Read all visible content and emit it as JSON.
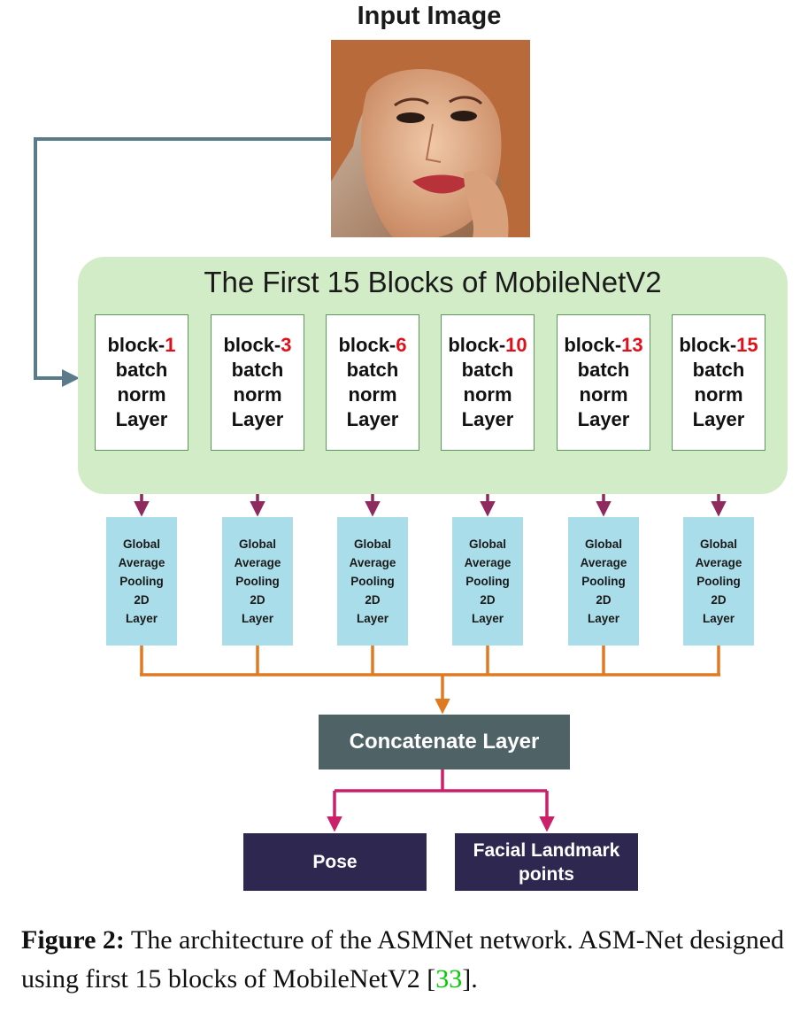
{
  "input_title": "Input Image",
  "backbone_title": "The First 15 Blocks of MobileNetV2",
  "blocks": [
    {
      "prefix": "block-",
      "num": "1",
      "line2": "batch",
      "line3": "norm",
      "line4": "Layer"
    },
    {
      "prefix": "block-",
      "num": "3",
      "line2": "batch",
      "line3": "norm",
      "line4": "Layer"
    },
    {
      "prefix": "block-",
      "num": "6",
      "line2": "batch",
      "line3": "norm",
      "line4": "Layer"
    },
    {
      "prefix": "block-",
      "num": "10",
      "line2": "batch",
      "line3": "norm",
      "line4": "Layer"
    },
    {
      "prefix": "block-",
      "num": "13",
      "line2": "batch",
      "line3": "norm",
      "line4": "Layer"
    },
    {
      "prefix": "block-",
      "num": "15",
      "line2": "batch",
      "line3": "norm",
      "line4": "Layer"
    }
  ],
  "pooling": {
    "l1": "Global",
    "l2": "Average",
    "l3": "Pooling",
    "l4": "2D",
    "l5": "Layer"
  },
  "concat_label": "Concatenate Layer",
  "outputs": {
    "pose": "Pose",
    "landmark_l1": "Facial Landmark",
    "landmark_l2": "points"
  },
  "caption": {
    "label": "Figure 2:",
    "text": " The architecture of the ASMNet network. ASM-Net designed using first 15 blocks of MobileNetV2 [",
    "ref": "33",
    "end": "]."
  },
  "colors": {
    "backbone_fill": "#d3ecc8",
    "block_number": "#e0101a",
    "pooling_fill": "#a9dde9",
    "concat_fill": "#4f6367",
    "output_fill": "#2e2851",
    "arrow_block": "#8e2a5e",
    "arrow_merge": "#e07a22",
    "arrow_output": "#cc1f6a",
    "arrow_skip": "#5b7a8a",
    "citation": "#00cc00"
  }
}
